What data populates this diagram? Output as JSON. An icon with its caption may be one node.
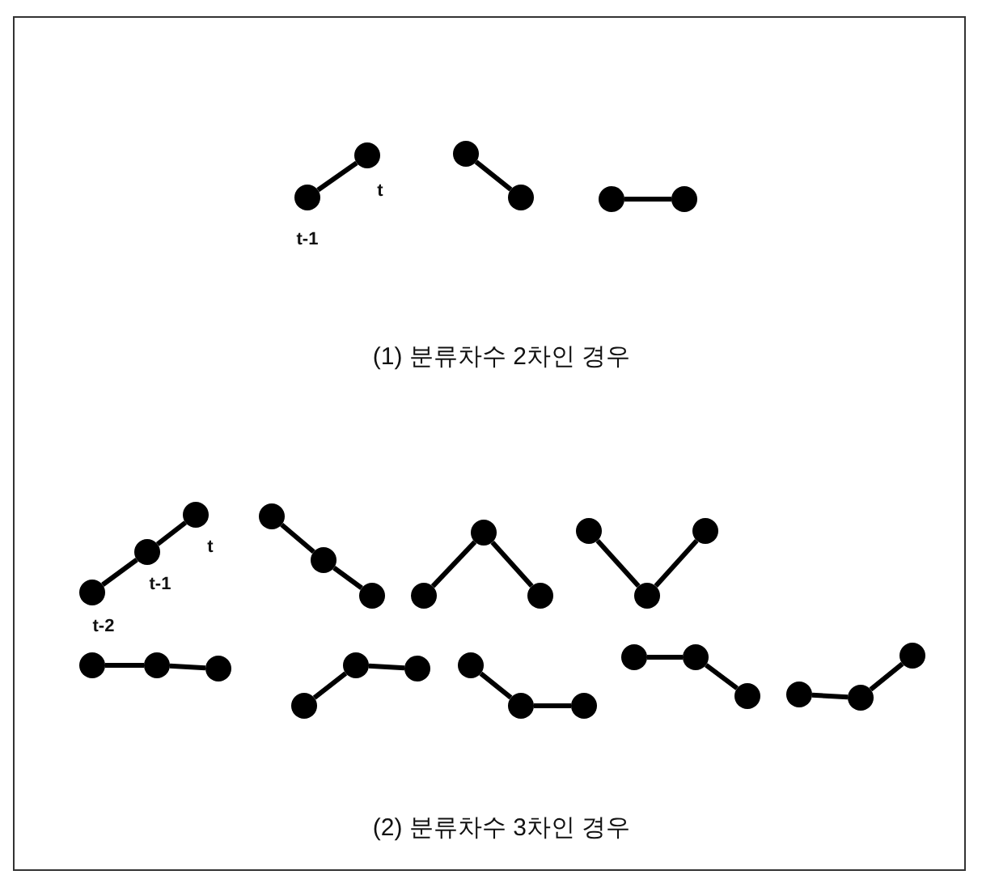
{
  "diagram": {
    "nodes": [
      {
        "text": [],
        "shape": "circle",
        "beside": [
          "t-1"
        ]
      },
      {
        "text": [],
        "shape": "circle",
        "beside": [
          "t"
        ]
      },
      {
        "text": [],
        "shape": "circle"
      },
      {
        "text": [],
        "shape": "circle"
      },
      {
        "text": [],
        "shape": "circle"
      },
      {
        "text": [],
        "shape": "circle"
      },
      {
        "text": [],
        "shape": "circle",
        "beside": [
          "t-2"
        ]
      },
      {
        "text": [],
        "shape": "circle",
        "beside": [
          "t-1"
        ]
      },
      {
        "text": [],
        "shape": "circle",
        "beside": [
          "t"
        ]
      },
      {
        "text": [],
        "shape": "circle"
      },
      {
        "text": [],
        "shape": "circle"
      },
      {
        "text": [],
        "shape": "circle"
      },
      {
        "text": [],
        "shape": "circle"
      },
      {
        "text": [],
        "shape": "circle"
      },
      {
        "text": [],
        "shape": "circle"
      },
      {
        "text": [],
        "shape": "circle"
      },
      {
        "text": [],
        "shape": "circle"
      },
      {
        "text": [],
        "shape": "circle"
      },
      {
        "text": [],
        "shape": "circle"
      },
      {
        "text": [],
        "shape": "circle"
      },
      {
        "text": [],
        "shape": "circle"
      },
      {
        "text": [],
        "shape": "circle"
      },
      {
        "text": [],
        "shape": "circle"
      },
      {
        "text": [],
        "shape": "circle"
      },
      {
        "text": [],
        "shape": "circle"
      },
      {
        "text": [],
        "shape": "circle"
      },
      {
        "text": [],
        "shape": "circle"
      },
      {
        "text": [],
        "shape": "circle"
      },
      {
        "text": [],
        "shape": "circle"
      },
      {
        "text": [],
        "shape": "circle"
      },
      {
        "text": [],
        "shape": "circle"
      },
      {
        "text": [],
        "shape": "circle"
      },
      {
        "text": [],
        "shape": "circle"
      }
    ],
    "edges": [
      {
        "from": 0,
        "to": 1,
        "arrow": "none"
      },
      {
        "from": 2,
        "to": 3,
        "arrow": "none"
      },
      {
        "from": 4,
        "to": 5,
        "arrow": "none"
      },
      {
        "from": 6,
        "to": 7,
        "arrow": "none"
      },
      {
        "from": 7,
        "to": 8,
        "arrow": "none"
      },
      {
        "from": 9,
        "to": 10,
        "arrow": "none"
      },
      {
        "from": 10,
        "to": 11,
        "arrow": "none"
      },
      {
        "from": 12,
        "to": 13,
        "arrow": "none"
      },
      {
        "from": 13,
        "to": 14,
        "arrow": "none"
      },
      {
        "from": 15,
        "to": 16,
        "arrow": "none"
      },
      {
        "from": 16,
        "to": 17,
        "arrow": "none"
      },
      {
        "from": 18,
        "to": 19,
        "arrow": "none"
      },
      {
        "from": 19,
        "to": 20,
        "arrow": "none"
      },
      {
        "from": 21,
        "to": 22,
        "arrow": "none"
      },
      {
        "from": 22,
        "to": 23,
        "arrow": "none"
      },
      {
        "from": 24,
        "to": 25,
        "arrow": "none"
      },
      {
        "from": 25,
        "to": 26,
        "arrow": "none"
      },
      {
        "from": 27,
        "to": 28,
        "arrow": "none"
      },
      {
        "from": 28,
        "to": 29,
        "arrow": "none"
      },
      {
        "from": 30,
        "to": 31,
        "arrow": "none"
      },
      {
        "from": 31,
        "to": 32,
        "arrow": "none"
      }
    ],
    "labels": [
      "(1) 분류차수 2차인 경우",
      "(2) 분류차수 3차인 경우"
    ]
  }
}
